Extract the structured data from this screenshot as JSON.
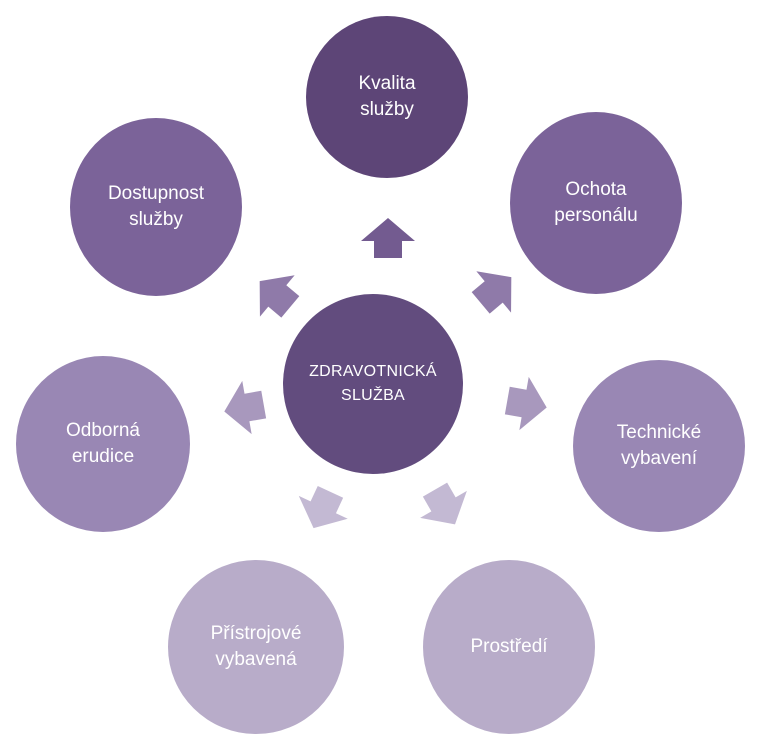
{
  "center": {
    "label": "ZDRAVOTNICKÁ\nSLUŽBA",
    "color": "#624c7e"
  },
  "nodes": [
    {
      "id": "kvalita",
      "label": "Kvalita\nslužby",
      "color": "#5d4577"
    },
    {
      "id": "ochota",
      "label": "Ochota\npersonálu",
      "color": "#7b6399"
    },
    {
      "id": "technicke",
      "label": "Technické\nvybavení",
      "color": "#9987b4"
    },
    {
      "id": "prostredi",
      "label": "Prostředí",
      "color": "#b8acc9"
    },
    {
      "id": "pristrojove",
      "label": "Přístrojové\nvybavená",
      "color": "#b8acc9"
    },
    {
      "id": "odborna",
      "label": "Odborná\nerudice",
      "color": "#9987b4"
    },
    {
      "id": "dostupnost",
      "label": "Dostupnost\nslužby",
      "color": "#7b6399"
    }
  ],
  "arrow_colors": [
    "#735b90",
    "#8f7aa9",
    "#a898bd",
    "#c3b9d3",
    "#c3b9d3",
    "#a898bd",
    "#8f7aa9"
  ]
}
